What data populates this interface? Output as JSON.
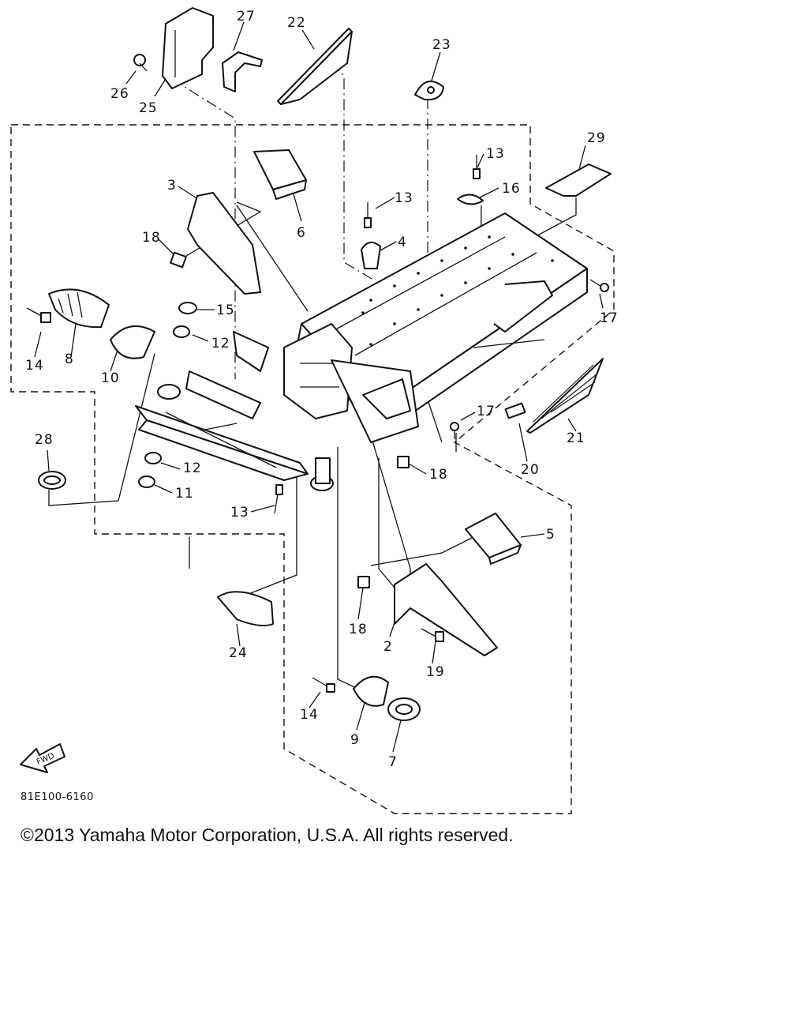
{
  "figure_code": "81E100-6160",
  "fwd_label": "FWD",
  "copyright": "©2013 Yamaha Motor Corporation, U.S.A. All rights reserved.",
  "callouts": [
    {
      "id": "c27",
      "text": "27"
    },
    {
      "id": "c22",
      "text": "22"
    },
    {
      "id": "c23",
      "text": "23"
    },
    {
      "id": "c26",
      "text": "26"
    },
    {
      "id": "c25",
      "text": "25"
    },
    {
      "id": "c29",
      "text": "29"
    },
    {
      "id": "c13a",
      "text": "13"
    },
    {
      "id": "c13b",
      "text": "13"
    },
    {
      "id": "c16",
      "text": "16"
    },
    {
      "id": "c3",
      "text": "3"
    },
    {
      "id": "c6",
      "text": "6"
    },
    {
      "id": "c18a",
      "text": "18"
    },
    {
      "id": "c4",
      "text": "4"
    },
    {
      "id": "c17a",
      "text": "17"
    },
    {
      "id": "c15",
      "text": "15"
    },
    {
      "id": "c12a",
      "text": "12"
    },
    {
      "id": "c14a",
      "text": "14"
    },
    {
      "id": "c8",
      "text": "8"
    },
    {
      "id": "c10",
      "text": "10"
    },
    {
      "id": "c17b",
      "text": "17"
    },
    {
      "id": "c21",
      "text": "21"
    },
    {
      "id": "c20",
      "text": "20"
    },
    {
      "id": "c18b",
      "text": "18"
    },
    {
      "id": "c28",
      "text": "28"
    },
    {
      "id": "c12b",
      "text": "12"
    },
    {
      "id": "c11",
      "text": "11"
    },
    {
      "id": "c13c",
      "text": "13"
    },
    {
      "id": "c5",
      "text": "5"
    },
    {
      "id": "c18c",
      "text": "18"
    },
    {
      "id": "c2",
      "text": "2"
    },
    {
      "id": "c19",
      "text": "19"
    },
    {
      "id": "c24",
      "text": "24"
    },
    {
      "id": "c14b",
      "text": "14"
    },
    {
      "id": "c9",
      "text": "9"
    },
    {
      "id": "c7",
      "text": "7"
    }
  ]
}
